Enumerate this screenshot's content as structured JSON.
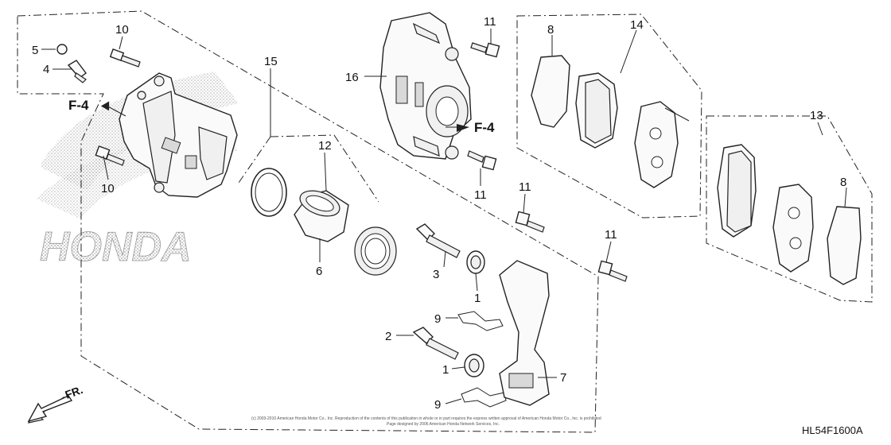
{
  "callouts": {
    "c5": "5",
    "c4": "4",
    "c10a": "10",
    "c10b": "10",
    "c15": "15",
    "c12": "12",
    "c6": "6",
    "c16": "16",
    "c11a": "11",
    "c11b": "11",
    "c11c": "11",
    "c11d": "11",
    "c8a": "8",
    "c14": "14",
    "c13": "13",
    "c8b": "8",
    "c3": "3",
    "c1a": "1",
    "c9a": "9",
    "c2": "2",
    "c1b": "1",
    "c7": "7",
    "c9b": "9"
  },
  "references": {
    "left": "F-4",
    "center": "F-4"
  },
  "direction": {
    "label": "FR."
  },
  "watermark": {
    "brand": "HONDA"
  },
  "diagram_code": "HL54F1600A",
  "copyright": {
    "line1": "(c) 2003-2010 American Honda Motor Co., Inc. Reproduction of the contents of this publication in whole or in part requires the express written approval of American Honda Motor Co., Inc. is prohibited",
    "line2": "Page designed by 2006 American Honda Network Services, Inc."
  }
}
